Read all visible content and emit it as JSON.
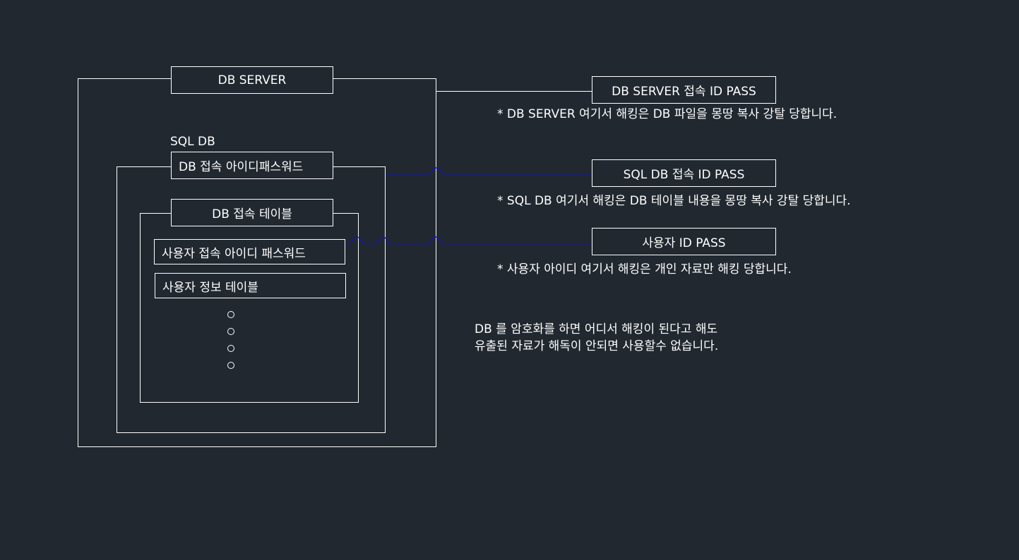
{
  "diagram": {
    "server_box": {
      "label": "DB SERVER"
    },
    "sql_db_title": "SQL DB",
    "sql_db_box": {
      "label": "DB 접속 아이디패스워드"
    },
    "table_box": {
      "label": "DB 접속 테이블"
    },
    "user_access_row": "사용자 접속 아이디 패스워드",
    "user_info_row": "사용자  정보 테이블",
    "dots_count_shown": 4
  },
  "callouts": [
    {
      "label": "DB SERVER 접속 ID PASS",
      "note": "* DB SERVER  여기서 해킹은 DB 파일을 몽땅 복사 강탈 당합니다."
    },
    {
      "label": "SQL DB 접속 ID PASS",
      "note": "* SQL DB  여기서 해킹은 DB 테이블 내용을 몽땅 복사 강탈 당합니다."
    },
    {
      "label": "사용자 ID PASS",
      "note": "* 사용자 아이디  여기서 해킹은 개인 자료만 해킹 당합니다."
    }
  ],
  "summary": {
    "line1": "DB 를 암호화를 하면 어디서 해킹이 된다고 해도",
    "line2": "유출된 자료가 해독이 안되면 사용할수 없습니다."
  },
  "colors": {
    "background": "#212830",
    "line": "#ffffff",
    "connector": "#1414b4"
  }
}
